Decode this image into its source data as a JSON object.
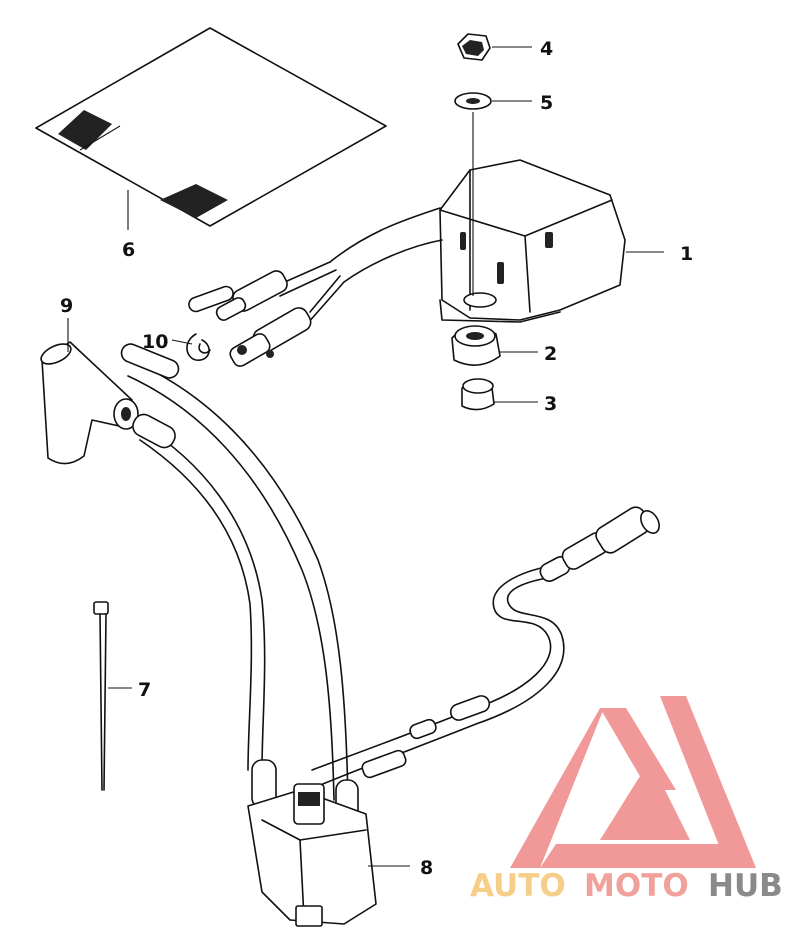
{
  "callouts": [
    {
      "id": "c1",
      "label": "1"
    },
    {
      "id": "c2",
      "label": "2"
    },
    {
      "id": "c3",
      "label": "3"
    },
    {
      "id": "c4",
      "label": "4"
    },
    {
      "id": "c5",
      "label": "5"
    },
    {
      "id": "c6",
      "label": "6"
    },
    {
      "id": "c7",
      "label": "7"
    },
    {
      "id": "c8",
      "label": "8"
    },
    {
      "id": "c9",
      "label": "9"
    },
    {
      "id": "c10",
      "label": "10"
    }
  ],
  "watermark": {
    "word_auto": "AUTO",
    "word_moto": "MOTO",
    "word_hub": "HUB",
    "colors": {
      "auto": "#f5c878",
      "moto": "#f0958e",
      "hub": "#7a7a7a",
      "logo": "#f08a8a"
    }
  }
}
